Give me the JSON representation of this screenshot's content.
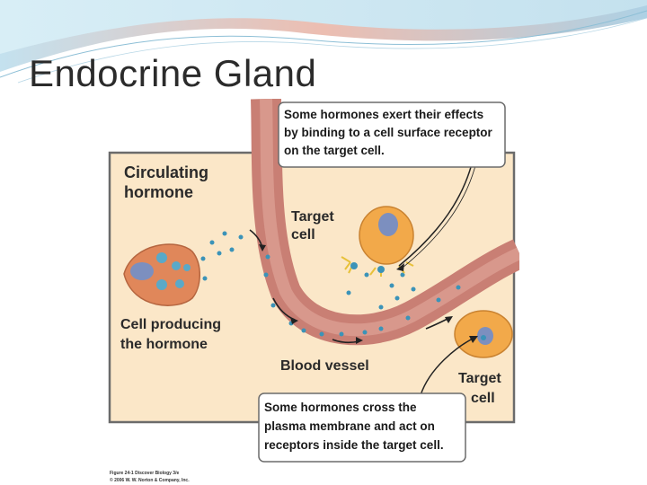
{
  "slide": {
    "title": "Endocrine Gland"
  },
  "figure": {
    "heading_line1": "Circulating",
    "heading_line2": "hormone",
    "label_target_cell_top_1": "Target",
    "label_target_cell_top_2": "cell",
    "label_producing_1": "Cell producing",
    "label_producing_2": "the hormone",
    "label_blood_vessel": "Blood vessel",
    "label_target_cell_right_1": "Target",
    "label_target_cell_right_2": "cell",
    "callout_top_1": "Some hormones exert their effects",
    "callout_top_2": "by binding to a cell surface receptor",
    "callout_top_3": "on the target cell.",
    "callout_bottom_1": "Some hormones cross the",
    "callout_bottom_2": "plasma membrane and act on",
    "callout_bottom_3": "receptors inside the target cell.",
    "credit_1": "Figure 24-1 Discover Biology 3/e",
    "credit_2": "© 2006 W. W. Norton & Company, Inc."
  },
  "colors": {
    "panel_fill": "#fbe7c8",
    "panel_border": "#6b6b6b",
    "vessel": "#c97f74",
    "cell_fill": "#f2a94a",
    "producing_cell": "#e0875a",
    "hormone_dot": "#3b93b8"
  }
}
